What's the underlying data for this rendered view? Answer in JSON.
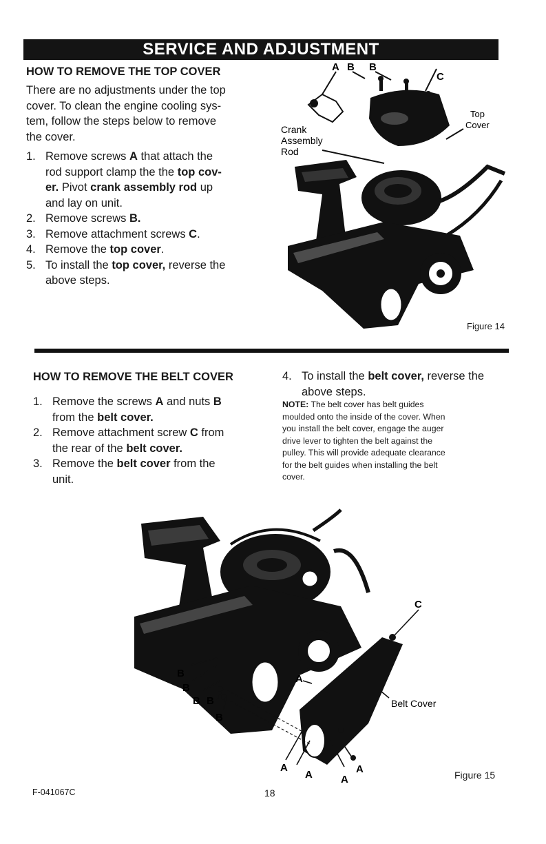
{
  "banner": "SERVICE AND ADJUSTMENT",
  "top_cover": {
    "heading": "HOW TO REMOVE THE TOP COVER",
    "intro": "There are no adjustments under the top cover. To clean the engine cooling system, follow the steps below to remove the cover.",
    "intro_lines": [
      "There are no adjustments under the top",
      "cover. To clean the engine cooling sys-",
      "tem, follow the steps below to remove",
      "the cover."
    ],
    "steps": [
      {
        "num": "1.",
        "lines": [
          [
            {
              "t": "Remove screws "
            },
            {
              "t": "A",
              "b": true
            },
            {
              "t": " that attach the"
            }
          ],
          [
            {
              "t": "rod support clamp the the "
            },
            {
              "t": "top cov-",
              "b": true
            }
          ],
          [
            {
              "t": "er.",
              "b": true
            },
            {
              "t": " Pivot "
            },
            {
              "t": "crank assembly rod",
              "b": true
            },
            {
              "t": " up"
            }
          ],
          [
            {
              "t": "and lay on unit."
            }
          ]
        ]
      },
      {
        "num": "2.",
        "lines": [
          [
            {
              "t": "Remove screws "
            },
            {
              "t": "B.",
              "b": true
            }
          ]
        ]
      },
      {
        "num": "3.",
        "lines": [
          [
            {
              "t": "Remove attachment screws "
            },
            {
              "t": "C",
              "b": true
            },
            {
              "t": "."
            }
          ]
        ]
      },
      {
        "num": "4.",
        "lines": [
          [
            {
              "t": "Remove the "
            },
            {
              "t": "top cover",
              "b": true
            },
            {
              "t": "."
            }
          ]
        ]
      },
      {
        "num": "5.",
        "lines": [
          [
            {
              "t": "To install the "
            },
            {
              "t": "top cover,",
              "b": true
            },
            {
              "t": " reverse the"
            }
          ],
          [
            {
              "t": "above steps."
            }
          ]
        ]
      }
    ],
    "figure": {
      "labels": {
        "a": "A",
        "b1": "B",
        "b2": "B",
        "c": "C",
        "crank": "Crank",
        "assembly": "Assembly",
        "rod": "Rod",
        "top": "Top",
        "cover": "Cover"
      },
      "caption": "Figure 14"
    }
  },
  "belt_cover": {
    "heading": "HOW TO REMOVE THE BELT COVER",
    "steps": [
      {
        "num": "1.",
        "lines": [
          [
            {
              "t": "Remove the screws "
            },
            {
              "t": "A",
              "b": true
            },
            {
              "t": " and nuts "
            },
            {
              "t": "B",
              "b": true
            }
          ],
          [
            {
              "t": "from the "
            },
            {
              "t": "belt cover.",
              "b": true
            }
          ]
        ]
      },
      {
        "num": "2.",
        "lines": [
          [
            {
              "t": "Remove attachment screw "
            },
            {
              "t": "C",
              "b": true
            },
            {
              "t": " from"
            }
          ],
          [
            {
              "t": "the rear of the "
            },
            {
              "t": "belt cover.",
              "b": true
            }
          ]
        ]
      },
      {
        "num": "3.",
        "lines": [
          [
            {
              "t": "Remove the "
            },
            {
              "t": "belt cover",
              "b": true
            },
            {
              "t": " from the"
            }
          ],
          [
            {
              "t": "unit."
            }
          ]
        ]
      },
      {
        "num": "4.",
        "lines": [
          [
            {
              "t": "To install the "
            },
            {
              "t": "belt cover,",
              "b": true
            },
            {
              "t": " reverse the"
            }
          ],
          [
            {
              "t": "above steps."
            }
          ]
        ]
      }
    ],
    "note_label": "NOTE:",
    "note_lines": [
      " The belt cover has belt guides",
      "moulded onto the inside of the cover. When",
      "you install the belt cover, engage the auger",
      "drive lever to tighten the belt against the",
      "pulley. This will provide adequate clearance",
      "for the belt guides when installing the belt",
      "cover."
    ],
    "figure": {
      "labels": {
        "c": "C",
        "belt_cover": "Belt Cover",
        "a": "A",
        "b": "B"
      },
      "caption": "Figure 15"
    }
  },
  "footer": {
    "doc_code": "F-041067C",
    "page_number": "18"
  },
  "colors": {
    "ink": "#141414",
    "paper": "#ffffff"
  }
}
